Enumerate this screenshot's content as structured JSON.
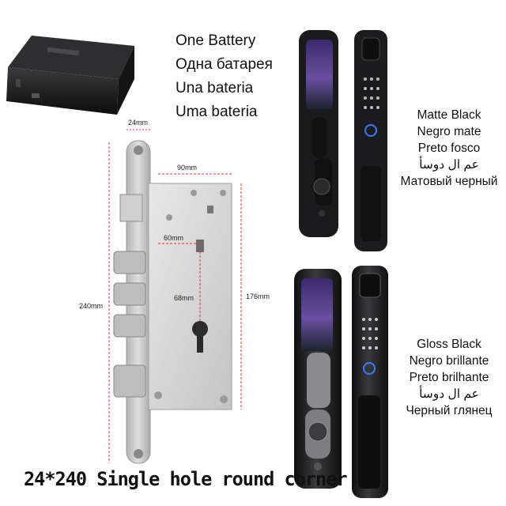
{
  "battery": {
    "labels": [
      "One Battery",
      "Одна батарея",
      "Una bateria",
      "Uma bateria"
    ]
  },
  "finish_matte": {
    "labels": [
      "Matte Black",
      "Negro mate",
      "Preto fosco",
      "عم ال دوسأ",
      "Матовый черный"
    ]
  },
  "finish_gloss": {
    "labels": [
      "Gloss Black",
      "Negro brillante",
      "Preto brilhante",
      "عم ال دوسأ",
      "Черный глянец"
    ]
  },
  "mortise": {
    "dim_width": "24mm",
    "dim_body": "90mm",
    "dim_backset": "60mm",
    "dim_center": "68mm",
    "dim_length": "240mm",
    "dim_height": "176mm"
  },
  "caption": "24*240 Single hole round corner",
  "colors": {
    "lock_black": "#1a1a1c",
    "satin_steel": "#c9c9c9",
    "dimension_red": "#e03030"
  },
  "icons": [
    "battery-pack",
    "mortise-lock-body",
    "smart-lock-matte",
    "smart-lock-gloss"
  ]
}
